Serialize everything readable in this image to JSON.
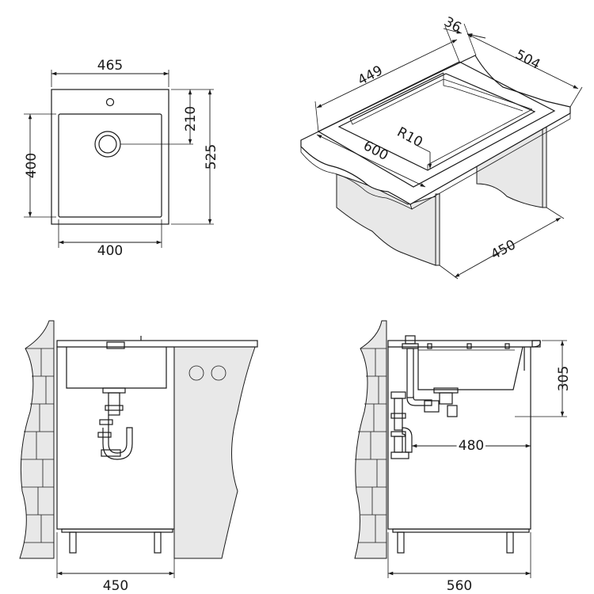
{
  "views": {
    "top": {
      "overall_width": "465",
      "bowl_width": "400",
      "bowl_depth": "400",
      "tap_to_drain": "210",
      "overall_depth": "525"
    },
    "iso": {
      "rim_width": "36",
      "inner_width": "449",
      "outer_depth": "504",
      "corner_radius": "R10",
      "outer_width": "600",
      "cabinet_depth": "450"
    },
    "front": {
      "cabinet_width": "450"
    },
    "side": {
      "bowl_height": "305",
      "drain_offset": "480",
      "cabinet_depth": "560"
    }
  }
}
